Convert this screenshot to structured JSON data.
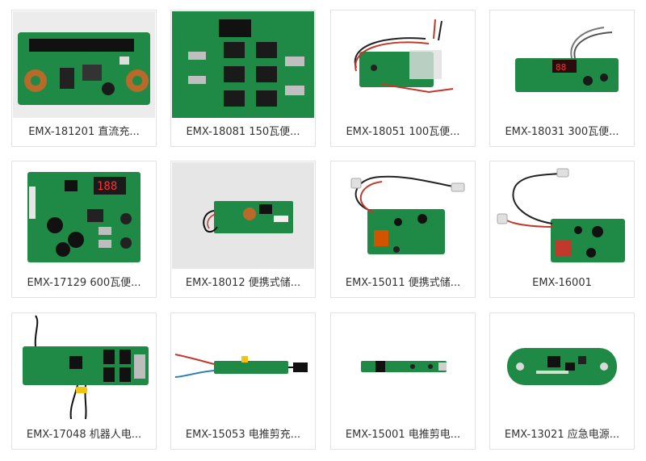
{
  "products": [
    {
      "label": "EMX-181201 直流充..."
    },
    {
      "label": "EMX-18081 150瓦便..."
    },
    {
      "label": "EMX-18051 100瓦便..."
    },
    {
      "label": "EMX-18031 300瓦便..."
    },
    {
      "label": "EMX-17129 600瓦便..."
    },
    {
      "label": "EMX-18012 便携式储..."
    },
    {
      "label": "EMX-15011 便携式储..."
    },
    {
      "label": "EMX-16001"
    },
    {
      "label": "EMX-17048 机器人电..."
    },
    {
      "label": "EMX-15053 电推剪充..."
    },
    {
      "label": "EMX-15001 电推剪电..."
    },
    {
      "label": "EMX-13021 应急电源..."
    }
  ],
  "colors": {
    "pcb_green": "#1f8a45",
    "pcb_dark": "#146b33",
    "photo_bg": "#ececec",
    "caption_text": "#333333",
    "card_border": "#e2e2e2"
  }
}
